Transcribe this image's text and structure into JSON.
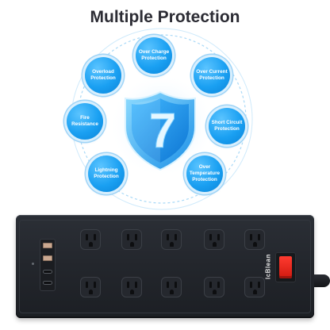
{
  "headline": "Multiple Protection",
  "shield": {
    "number": "7",
    "icon": "shield-icon"
  },
  "features": [
    {
      "label": "Over Charge Protection"
    },
    {
      "label": "Over Current Protection"
    },
    {
      "label": "Short Circuit Protection"
    },
    {
      "label": "Over Temperature Protection"
    },
    {
      "label": "Lightning Protection"
    },
    {
      "label": "Fire Resistance"
    },
    {
      "label": "Overload Protection"
    }
  ],
  "product": {
    "brand": "IcBlean",
    "outlet_count": 10,
    "usb_a_ports": 2,
    "usb_c_ports": 2,
    "switch_color": "#e53935",
    "body_color": "#23262c"
  },
  "colors": {
    "accent": "#1aa0f2",
    "ring": "#9fd4f7",
    "headline": "#2c2c34"
  }
}
